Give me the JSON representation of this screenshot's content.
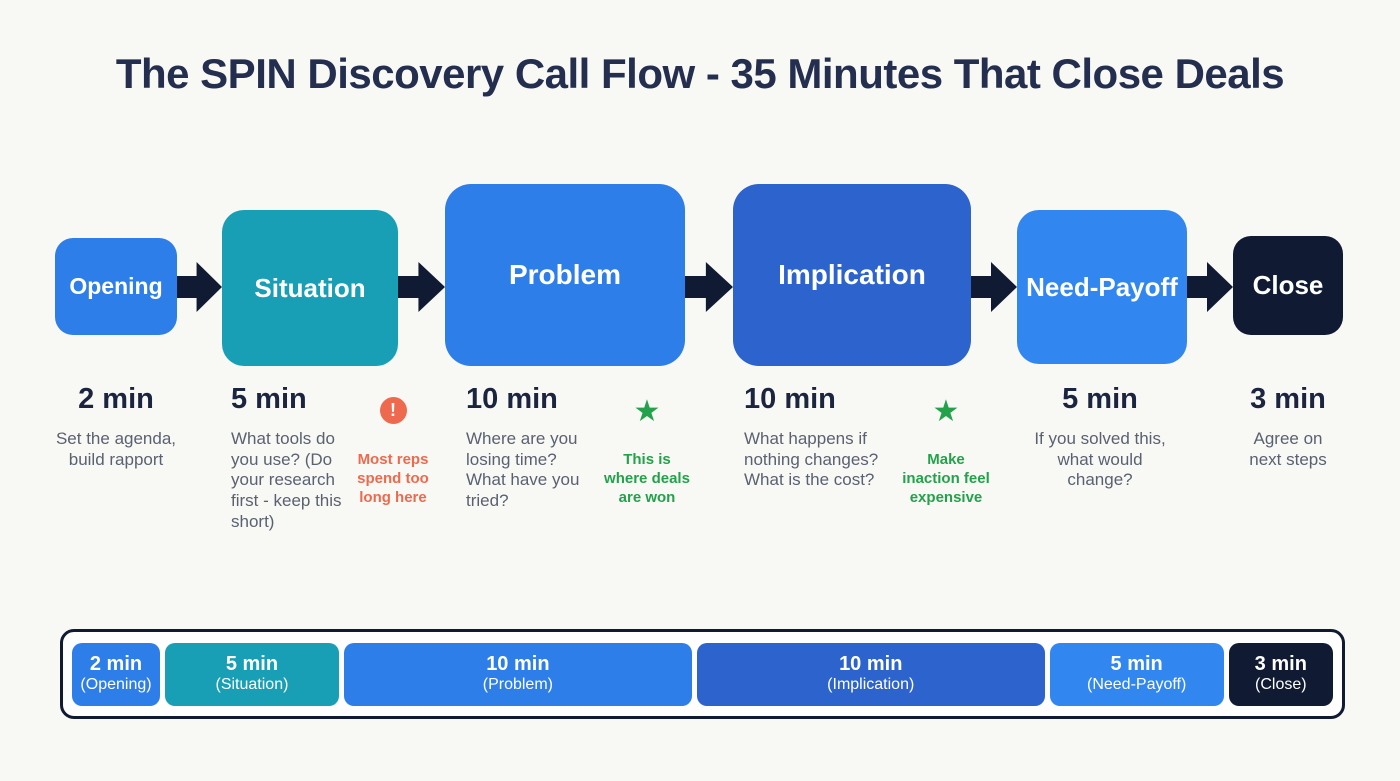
{
  "title": "The SPIN Discovery Call Flow - 35 Minutes That Close Deals",
  "colors": {
    "background": "#f8f8f5",
    "blue": "#2e7ee9",
    "teal": "#189fb5",
    "dark_blue": "#2c63cd",
    "light_blue": "#3187ef",
    "navy": "#101b33",
    "title_text": "#242e4e",
    "minutes_text": "#1b2540",
    "note_text": "#5a6170",
    "warning_orange": "#ed6a4e",
    "success_green": "#24a24b"
  },
  "icons": {
    "warning": "!",
    "star": "★"
  },
  "stages": [
    {
      "label": "Opening",
      "minutes": "2 min",
      "note": "Set the agenda,\nbuild rapport"
    },
    {
      "label": "Situation",
      "minutes": "5 min",
      "note": "What tools do\nyou use? (Do\nyour research\nfirst - keep this\nshort)"
    },
    {
      "label": "Problem",
      "minutes": "10 min",
      "note": "Where are you\nlosing time?\nWhat have you\ntried?"
    },
    {
      "label": "Implication",
      "minutes": "10 min",
      "note": "What happens if\nnothing changes?\nWhat is the cost?"
    },
    {
      "label": "Need-Payoff",
      "minutes": "5 min",
      "note": "If you solved this,\nwhat would\nchange?"
    },
    {
      "label": "Close",
      "minutes": "3 min",
      "note": "Agree on\nnext steps"
    }
  ],
  "callouts": [
    {
      "icon": "warning-icon",
      "text": "Most reps\nspend too\nlong here",
      "color": "#ed6a4e"
    },
    {
      "icon": "star-icon",
      "text": "This is\nwhere deals\nare won",
      "color": "#24a24b"
    },
    {
      "icon": "star-icon",
      "text": "Make\ninaction feel\nexpensive",
      "color": "#24a24b"
    }
  ],
  "timeline": {
    "segments": [
      {
        "duration": "2 min",
        "stage": "(Opening)"
      },
      {
        "duration": "5 min",
        "stage": "(Situation)"
      },
      {
        "duration": "10 min",
        "stage": "(Problem)"
      },
      {
        "duration": "10 min",
        "stage": "(Implication)"
      },
      {
        "duration": "5 min",
        "stage": "(Need-Payoff)"
      },
      {
        "duration": "3 min",
        "stage": "(Close)"
      }
    ]
  }
}
